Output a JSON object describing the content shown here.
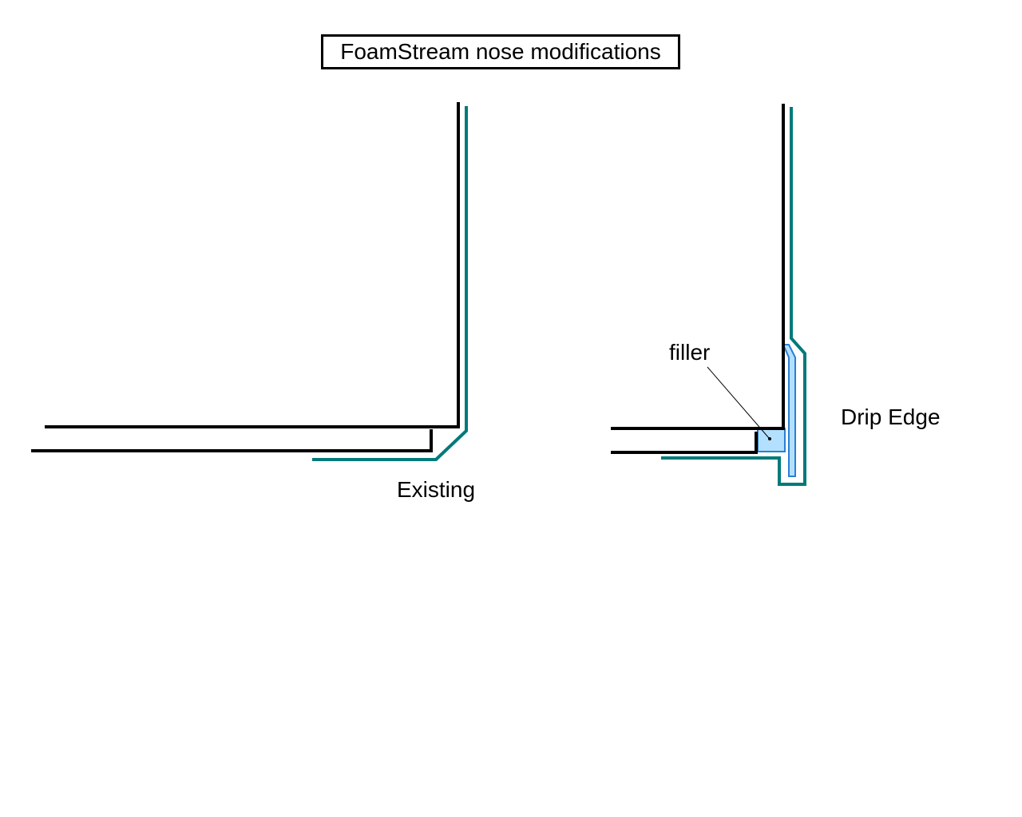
{
  "title": "FoamStream nose modifications",
  "labels": {
    "existing": "Existing",
    "filler": "filler",
    "drip_edge": "Drip Edge"
  },
  "colors": {
    "structure": "#000000",
    "coating": "#007a7a",
    "filler_fill": "#b3e0ff",
    "filler_stroke": "#2a7fd4"
  }
}
